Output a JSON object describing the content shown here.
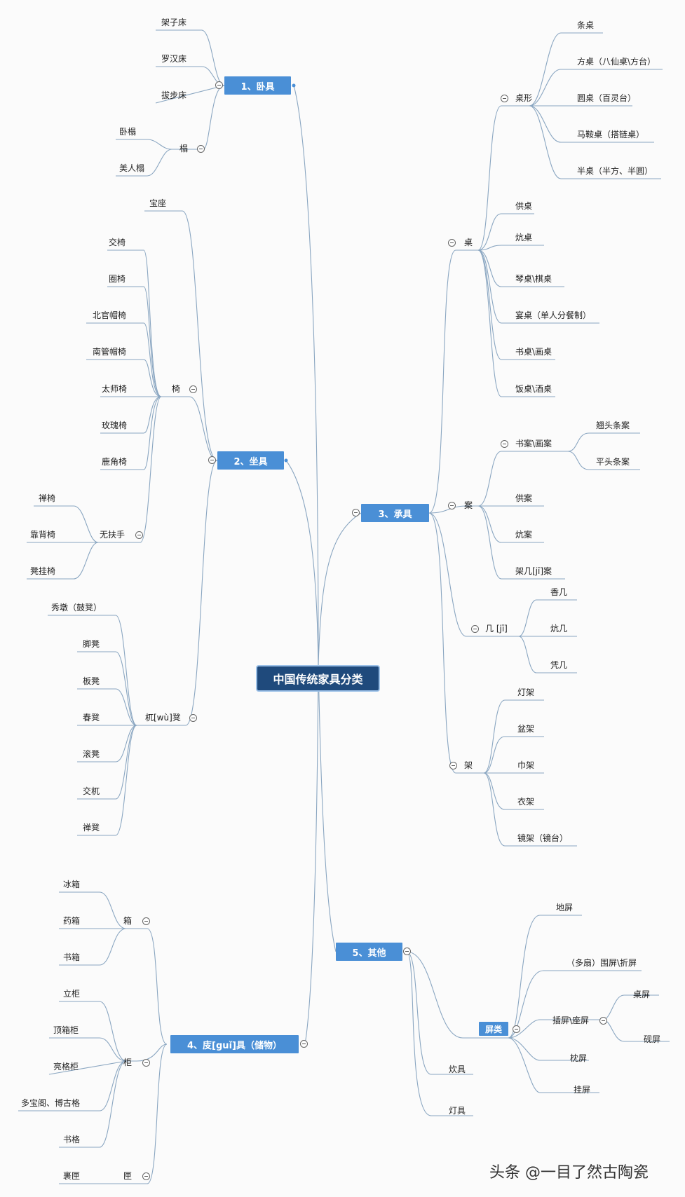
{
  "root": "中国传统家具分类",
  "branches": {
    "b1": "1、卧具",
    "b2": "2、坐具",
    "b3": "3、承具",
    "b4": "4、庋[guǐ]具（储物）",
    "b5": "5、其他"
  },
  "b1": {
    "jiazichuang": "架子床",
    "luohanchuang": "罗汉床",
    "babuchuang": "拔步床",
    "ta": "榻",
    "wota": "卧榻",
    "meirenta": "美人榻"
  },
  "b2": {
    "baozuo": "宝座",
    "yi": "椅",
    "jiaoyi": "交椅",
    "quanyi": "圈椅",
    "beiguanmaoyi": "北官帽椅",
    "nanguanmaoyi": "南管帽椅",
    "taishiyi": "太师椅",
    "meiguiyi": "玫瑰椅",
    "lujiaoyi": "鹿角椅",
    "wufushou": "无扶手",
    "chanyi": "禅椅",
    "kaobeiyi": "靠背椅",
    "dengguayi": "凳挂椅",
    "wudeng": "杌[wù]凳",
    "xiudun": "秀墩（鼓凳）",
    "jiaodeng": "脚凳",
    "bandeng": "板凳",
    "chundeng": "春凳",
    "gundeng": "滚凳",
    "jiaowu": "交杌",
    "chandeng": "禅凳"
  },
  "b3": {
    "zhuo": "桌",
    "zhuoxing": "桌形",
    "tiaozhuo": "条桌",
    "fangzhuo": "方桌（八仙桌\\方台）",
    "yuanzhuo": "圆桌（百灵台）",
    "maanzhuo": "马鞍桌（搭链桌）",
    "banzhuo": "半桌（半方、半圆）",
    "gongzhuo": "供桌",
    "kangzhuo": "炕桌",
    "qinzhuo": "琴桌\\棋桌",
    "yanzhuo": "宴桌（单人分餐制）",
    "shuzhuo": "书桌\\画桌",
    "fanzhuo": "饭桌\\酒桌",
    "an": "案",
    "shuan": "书案\\画案",
    "qiaotou": "翘头条案",
    "pingtou": "平头条案",
    "gongan": "供案",
    "kangan": "炕案",
    "jiajian": "架几[jī]案",
    "ji": "几 [jī]",
    "xiangji": "香几",
    "kangji": "炕几",
    "pingji": "凭几",
    "jia": "架",
    "dengjia": "灯架",
    "penjia": "盆架",
    "jinjia": "巾架",
    "yijia": "衣架",
    "jingjia": "镜架（镜台）"
  },
  "b4": {
    "xiang": "箱",
    "bingxiang": "冰箱",
    "yaoxiang": "药箱",
    "shuxiang": "书箱",
    "gui": "柜",
    "ligui": "立柜",
    "dingxianggui": "顶箱柜",
    "lianggegui": "亮格柜",
    "duobaoge": "多宝阁、博古格",
    "shuge": "书格",
    "kui": "匣",
    "guokui": "裹匣"
  },
  "b5": {
    "pinglei": "屏类",
    "diping": "地屏",
    "weiping": "（多扇）围屏\\折屏",
    "chaping": "插屏\\座屏",
    "zhuoping": "桌屏",
    "yanping": "砚屏",
    "zhenping": "枕屏",
    "guaping": "挂屏",
    "chuiju": "炊具",
    "dengju": "灯具"
  },
  "watermark": "头条 @一目了然古陶瓷",
  "colors": {
    "line": "#8aa6c1",
    "node": "#4a8fd6",
    "root": "#1f4a7c"
  }
}
